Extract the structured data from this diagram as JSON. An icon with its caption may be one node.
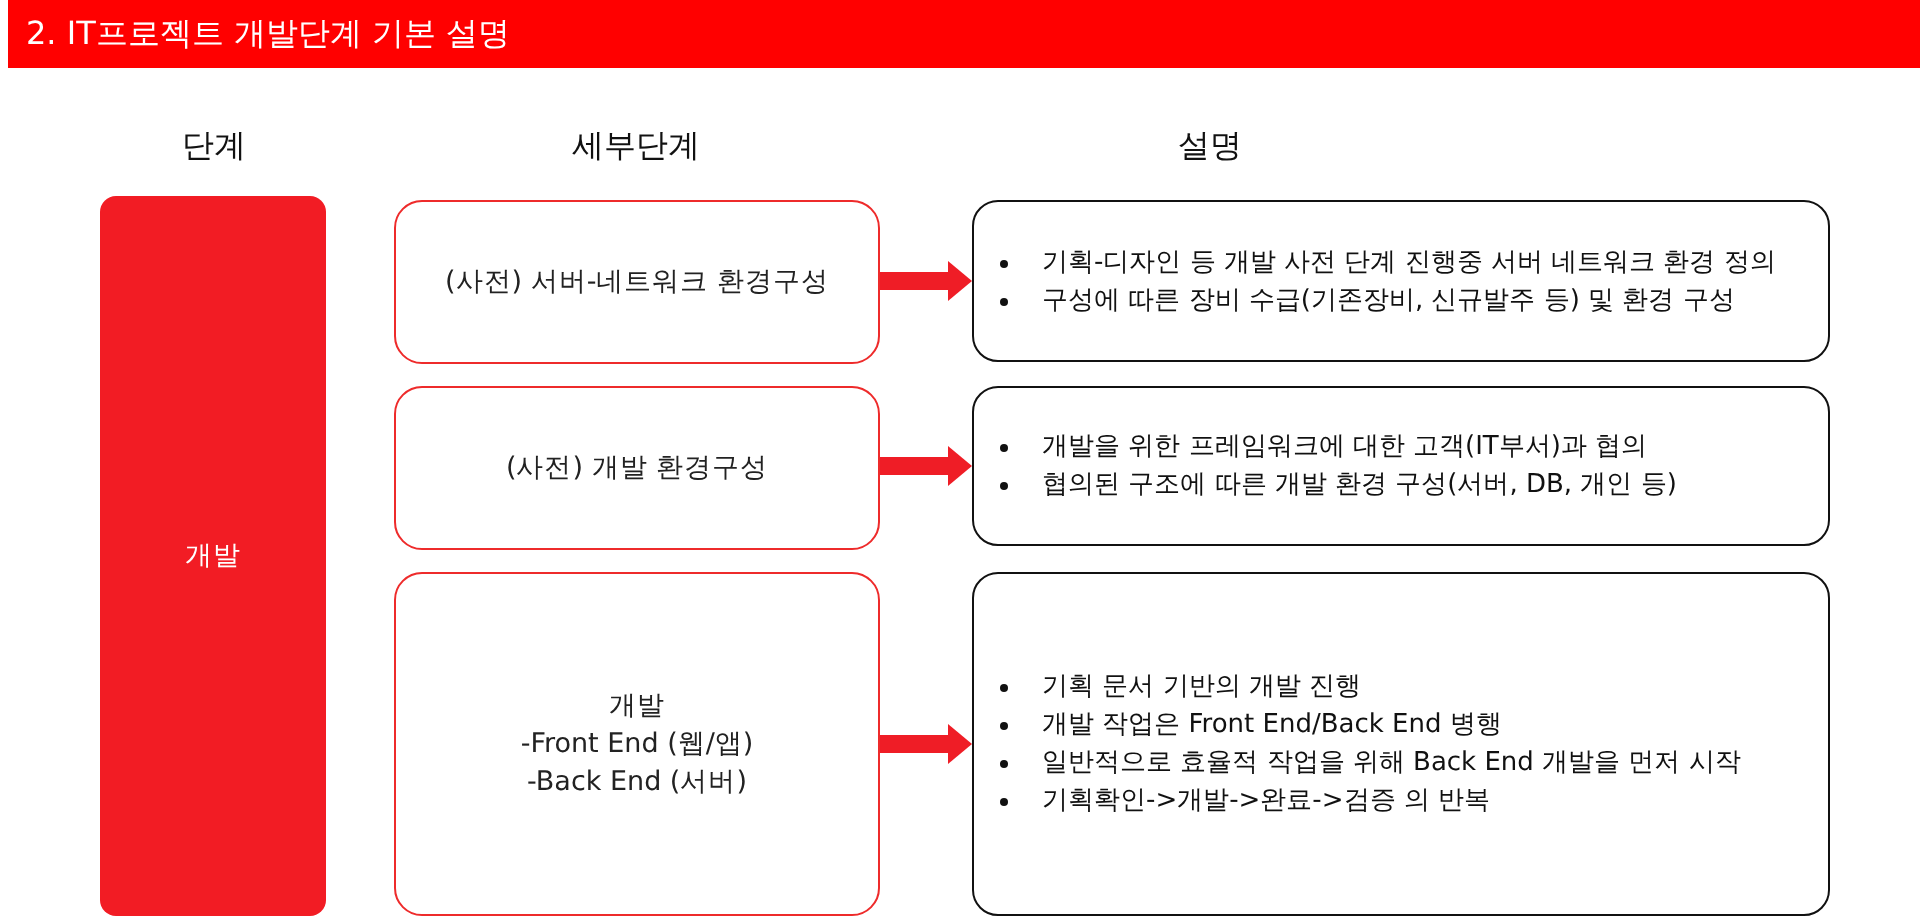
{
  "diagram": {
    "title": "2. IT프로젝트 개발단계 기본 설명",
    "nodes": [
      {
        "text": [
          "개발"
        ]
      },
      {
        "text": [
          "(사전) 서버-네트워크 환경구성"
        ]
      },
      {
        "text": [
          "기획-디자인 등 개발 사전 단계 진행중 서버 네트워크 환경 정의",
          "구성에 따른 장비 수급(기존장비, 신규발주 등) 및 환경 구성"
        ]
      },
      {
        "text": [
          "(사전) 개발 환경구성"
        ]
      },
      {
        "text": [
          "개발을 위한 프레임워크에 대한 고객(IT부서)과 협의",
          "협의된 구조에 따른 개발 환경 구성(서버, DB, 개인 등)"
        ]
      },
      {
        "text": [
          "개발",
          "-Front End (웹/앱)",
          "-Back End (서버)"
        ]
      },
      {
        "text": [
          "기획 문서 기반의 개발 진행",
          "개발 작업은 Front End/Back End 병행",
          "일반적으로 효율적 작업을 위해 Back End 개발을 먼저 시작",
          "기획확인->개발->완료->검증 의 반복"
        ]
      }
    ],
    "edges": [
      {
        "from": 1,
        "to": 2,
        "arrow": "to"
      },
      {
        "from": 3,
        "to": 4,
        "arrow": "to"
      },
      {
        "from": 5,
        "to": 6,
        "arrow": "to"
      }
    ],
    "labels": [
      "단계",
      "세부단계",
      "설명"
    ]
  }
}
